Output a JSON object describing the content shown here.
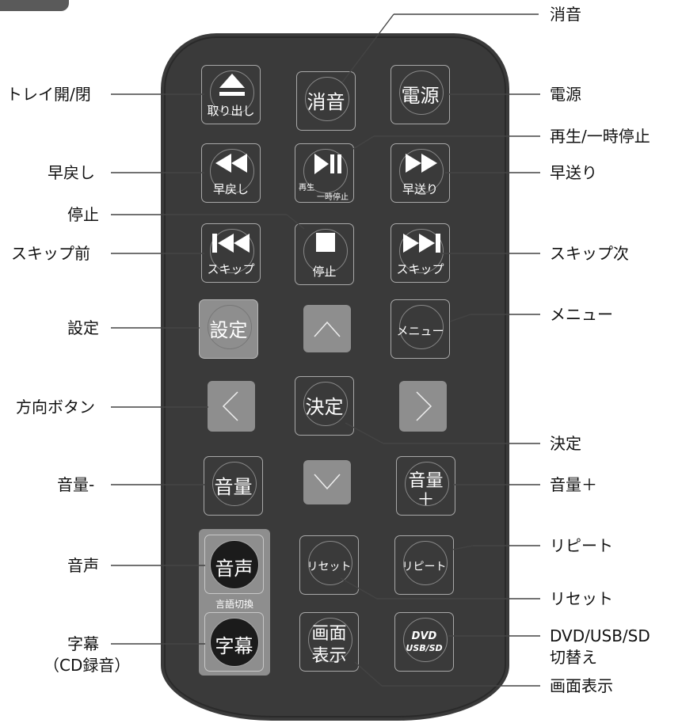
{
  "remote": {
    "buttons": {
      "eject": {
        "icon": "eject-icon",
        "label": "取り出し"
      },
      "mute": {
        "label": "消音"
      },
      "power": {
        "label": "電源"
      },
      "rewind": {
        "icon": "rewind-icon",
        "label": "早戻し"
      },
      "play_pause": {
        "icon": "play-pause-icon",
        "label_top": "再生",
        "label_bottom": "一時停止"
      },
      "fast_forward": {
        "icon": "fast-forward-icon",
        "label": "早送り"
      },
      "skip_prev": {
        "icon": "skip-previous-icon",
        "label": "スキップ"
      },
      "stop": {
        "icon": "stop-icon",
        "label": "停止"
      },
      "skip_next": {
        "icon": "skip-next-icon",
        "label": "スキップ"
      },
      "settings": {
        "label": "設定"
      },
      "up": {
        "icon": "chevron-up-icon"
      },
      "menu": {
        "label": "メニュー"
      },
      "left": {
        "icon": "chevron-left-icon"
      },
      "enter": {
        "label": "決定"
      },
      "right": {
        "icon": "chevron-right-icon"
      },
      "vol_down": {
        "label": "音量"
      },
      "down": {
        "icon": "chevron-down-icon"
      },
      "vol_up": {
        "label": "音量",
        "label2": "＋"
      },
      "audio": {
        "label": "音声"
      },
      "language_caption": "言語切換",
      "subtitle": {
        "label": "字幕"
      },
      "reset": {
        "label": "リセット"
      },
      "repeat": {
        "label": "リピート"
      },
      "screen_display": {
        "label1": "画面",
        "label2": "表示"
      },
      "media_switch": {
        "label1": "DVD",
        "label2": "USB/SD"
      }
    }
  },
  "callouts": {
    "mute": "消音",
    "tray": "トレイ開/閉",
    "power": "電源",
    "play_pause": "再生/一時停止",
    "rewind": "早戻し",
    "fast_forward": "早送り",
    "stop": "停止",
    "skip_prev": "スキップ前",
    "skip_next": "スキップ次",
    "settings": "設定",
    "menu": "メニュー",
    "direction": "方向ボタン",
    "enter": "決定",
    "vol_down": "音量-",
    "vol_up": "音量＋",
    "audio": "音声",
    "repeat": "リピート",
    "reset": "リセット",
    "subtitle_1": "字幕",
    "subtitle_2": "（CD録音）",
    "media_1": "DVD/USB/SD",
    "media_2": "切替え",
    "screen": "画面表示"
  },
  "colors": {
    "body": "#3a3a3a",
    "gray_button": "#8e8e8e",
    "black_button": "#1b1b1b"
  }
}
